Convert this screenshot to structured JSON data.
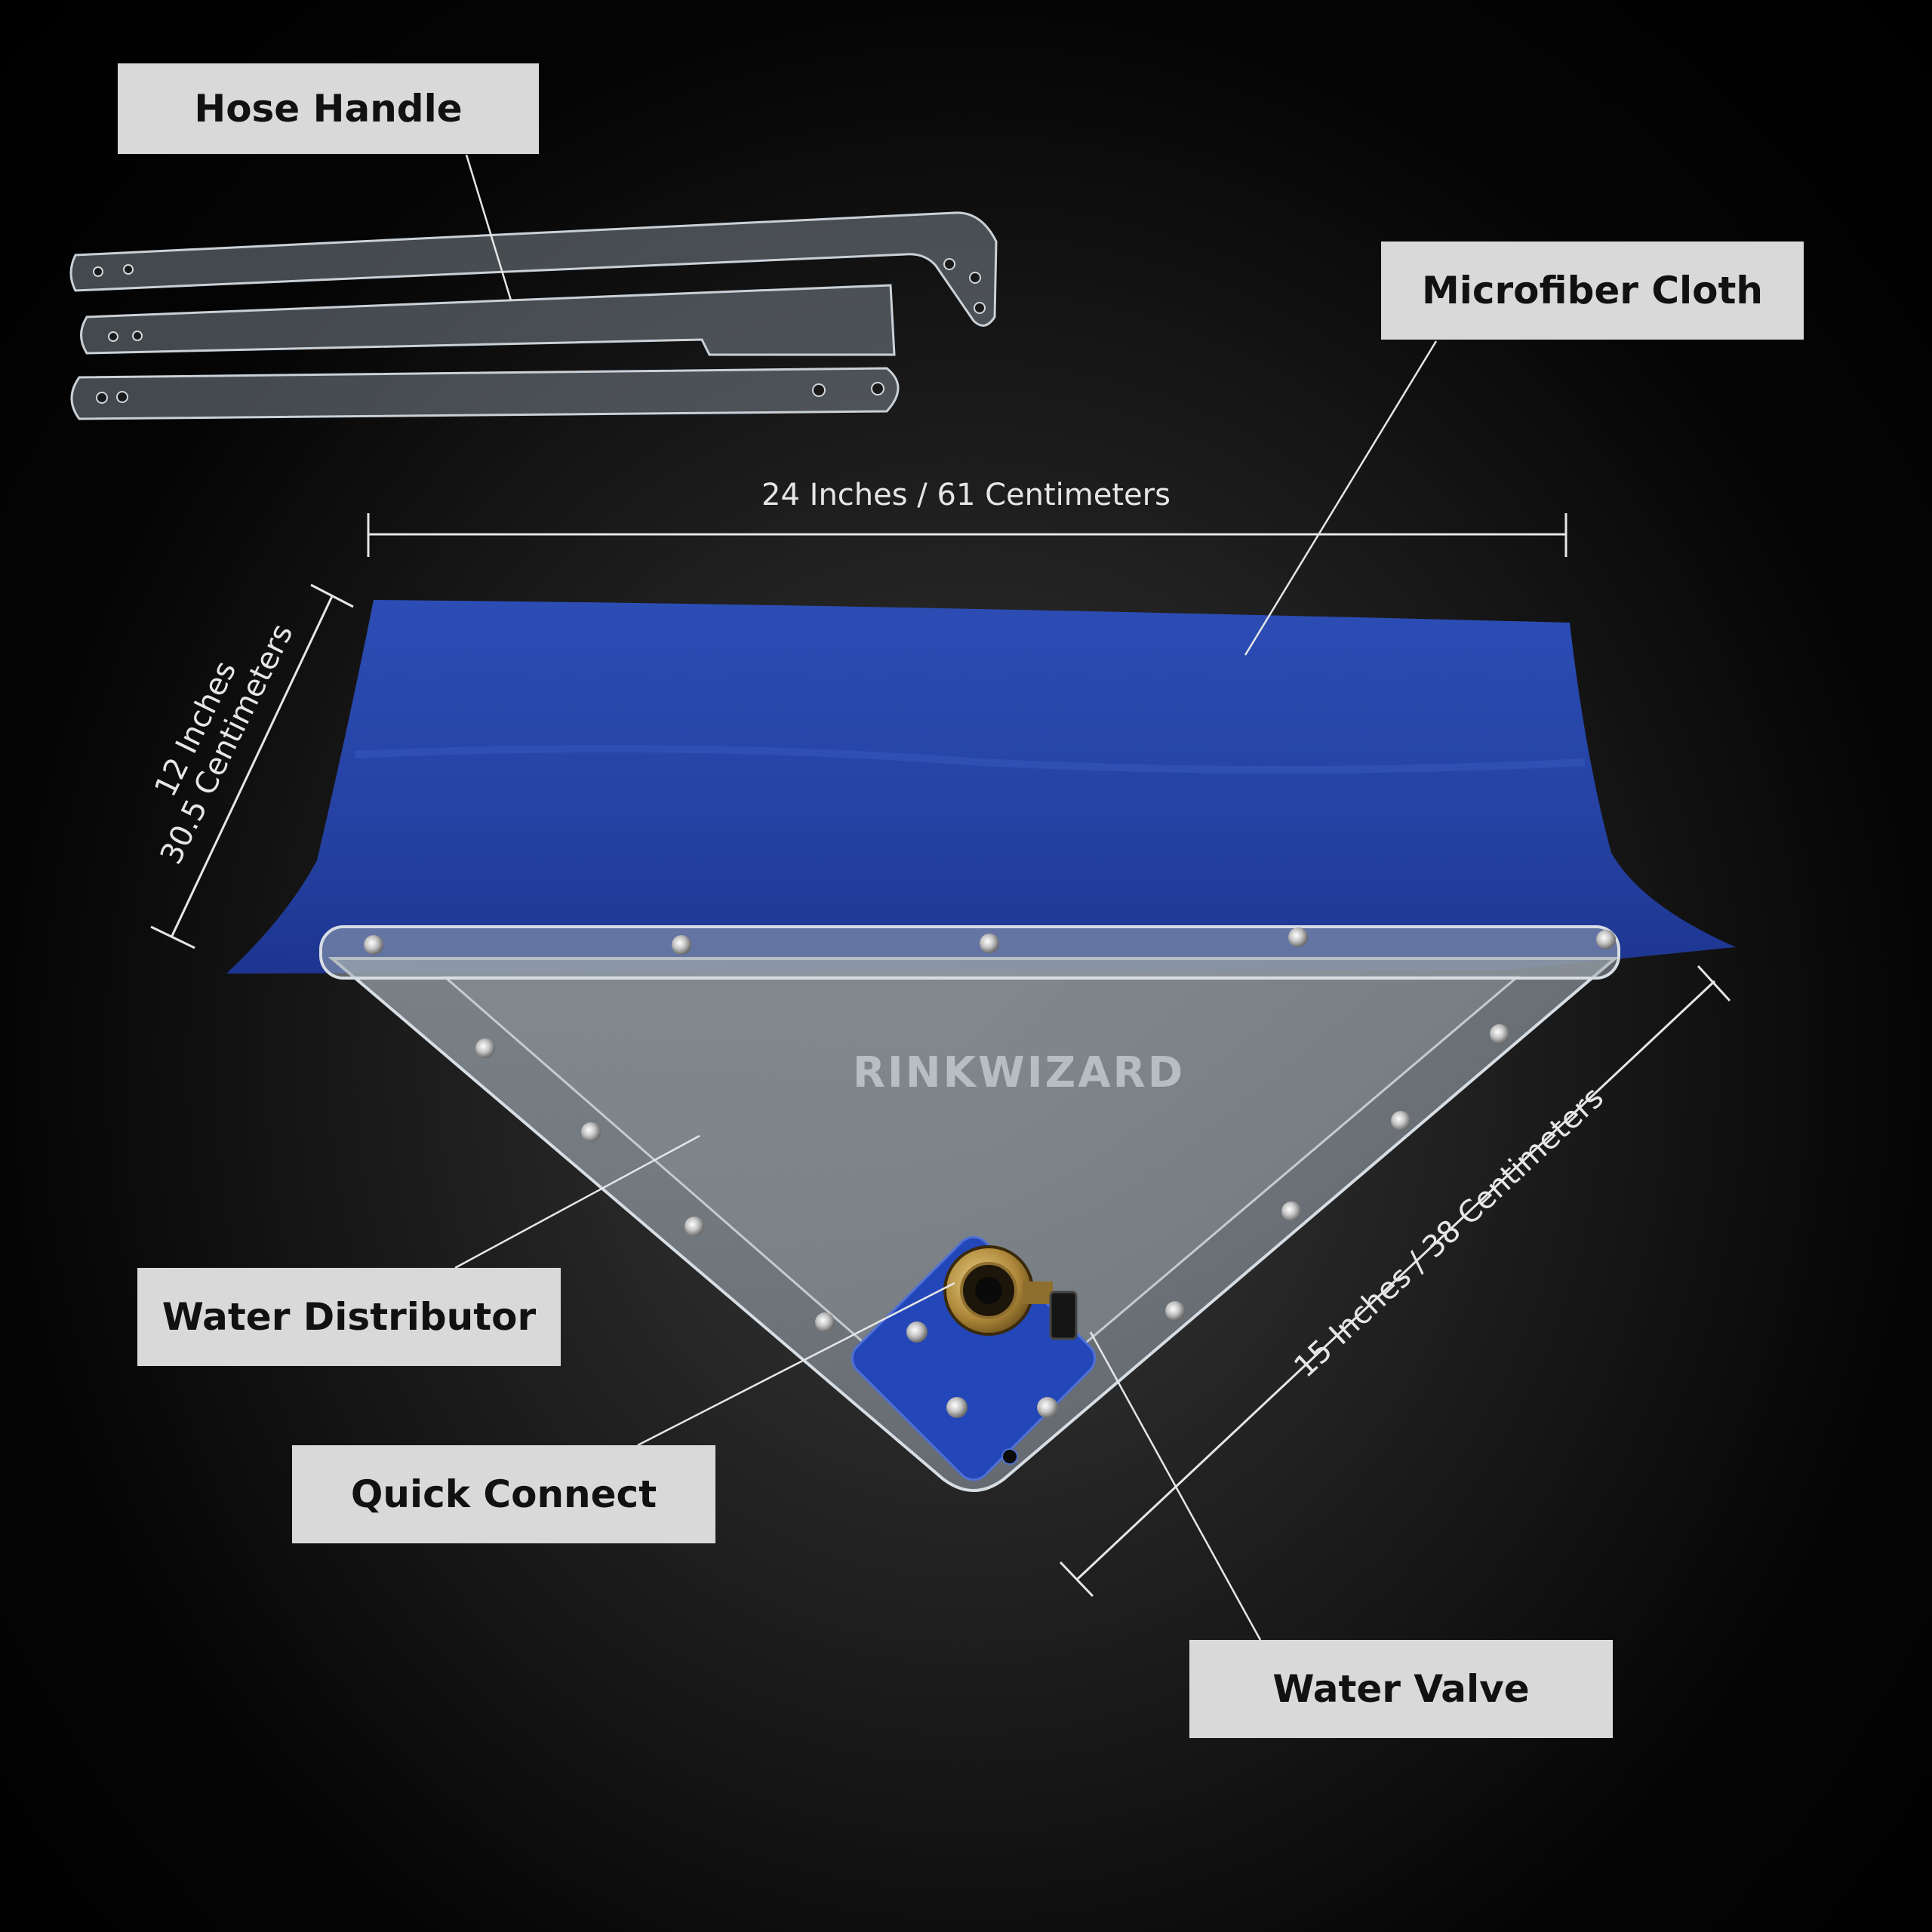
{
  "labels": {
    "hose_handle": "Hose Handle",
    "microfiber_cloth": "Microfiber Cloth",
    "water_distributor": "Water Distributor",
    "quick_connect": "Quick Connect",
    "water_valve": "Water Valve"
  },
  "dimensions": {
    "width": "24 Inches / 61 Centimeters",
    "depth_inches": "12 Inches",
    "depth_cm": "30.5 Centimeters",
    "side": "15 Inches / 38 Centimeters"
  },
  "logo": {
    "text": "RINKWIZARD"
  },
  "colors": {
    "cloth_blue": "#2a47a8",
    "label_bg": "#d9d9d9",
    "acrylic": "#b9c3cc",
    "brass": "#b08a3c"
  }
}
